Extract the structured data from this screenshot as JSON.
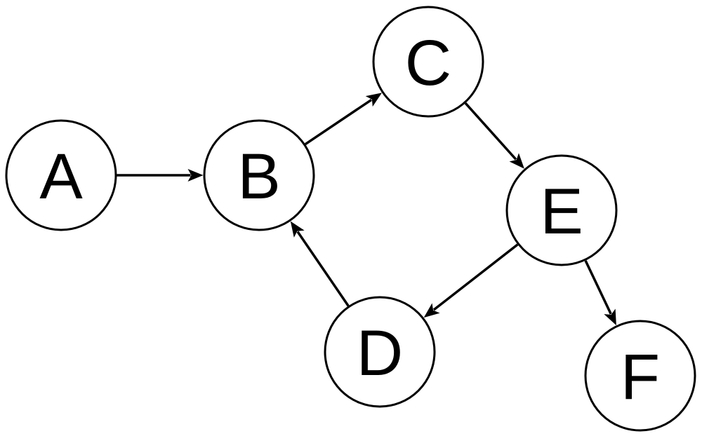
{
  "diagram": {
    "type": "directed-graph",
    "colors": {
      "background": "#ffffff",
      "node_fill": "#ffffff",
      "stroke": "#000000",
      "text": "#000000"
    },
    "nodes": [
      {
        "id": "A",
        "label": "A"
      },
      {
        "id": "B",
        "label": "B"
      },
      {
        "id": "C",
        "label": "C"
      },
      {
        "id": "D",
        "label": "D"
      },
      {
        "id": "E",
        "label": "E"
      },
      {
        "id": "F",
        "label": "F"
      }
    ],
    "edges": [
      {
        "from": "A",
        "to": "B"
      },
      {
        "from": "B",
        "to": "C"
      },
      {
        "from": "C",
        "to": "E"
      },
      {
        "from": "E",
        "to": "D"
      },
      {
        "from": "D",
        "to": "B"
      },
      {
        "from": "E",
        "to": "F"
      }
    ]
  }
}
